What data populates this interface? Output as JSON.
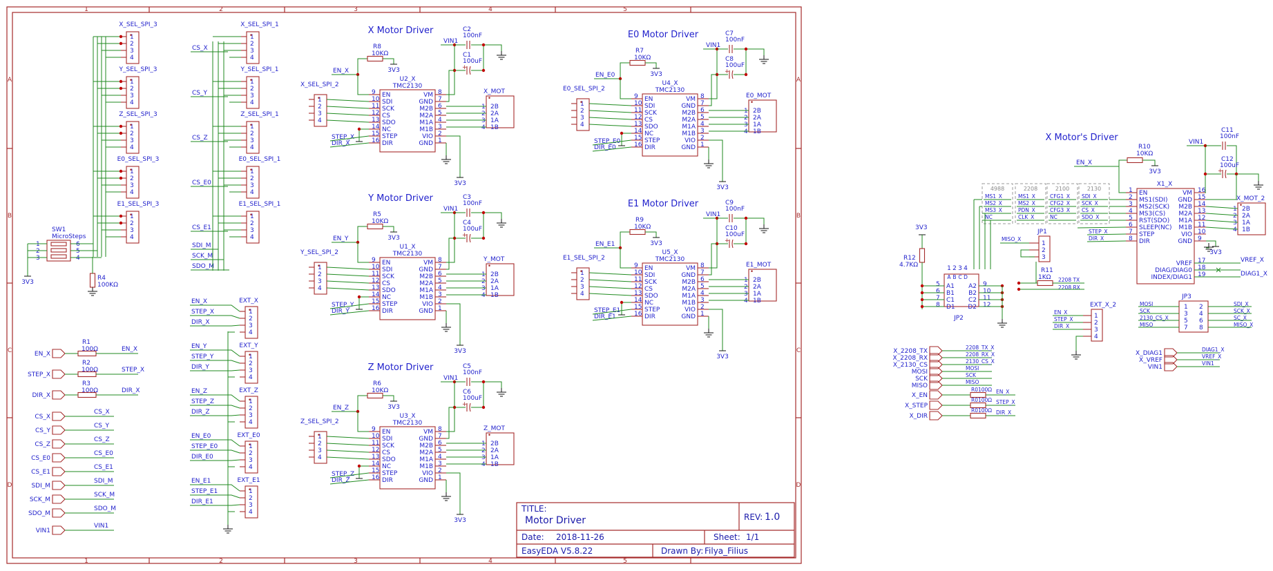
{
  "frame": {
    "columns": [
      "1",
      "2",
      "3",
      "4",
      "5"
    ],
    "rows": [
      "A",
      "B",
      "C",
      "D"
    ]
  },
  "title_block": {
    "title_label": "TITLE:",
    "title": "Motor Driver",
    "rev_label": "REV:",
    "rev": "1.0",
    "date_label": "Date:",
    "date": "2018-11-26",
    "sheet_label": "Sheet:",
    "sheet": "1/1",
    "tool": "EasyEDA V5.8.22",
    "drawn_label": "Drawn By:",
    "drawn_by": "Filya_Filius"
  },
  "left": {
    "sel_spi3": [
      "X_SEL_SPI_3",
      "Y_SEL_SPI_3",
      "Z_SEL_SPI_3",
      "E0_SEL_SPI_3",
      "E1_SEL_SPI_3"
    ],
    "sel_spi1": [
      "X_SEL_SPI_1",
      "Y_SEL_SPI_1",
      "Z_SEL_SPI_1",
      "E0_SEL_SPI_1",
      "E1_SEL_SPI_1"
    ],
    "cs_nets": [
      "CS_X",
      "CS_Y",
      "CS_Z",
      "CS_E0",
      "CS_E1"
    ],
    "spi_nets": [
      "SDI_M",
      "SCK_M",
      "SDO_M"
    ],
    "switch": {
      "ref": "SW1",
      "name": "MicroSteps",
      "pins_l": [
        "1",
        "2",
        "3"
      ],
      "pins_r": [
        "6",
        "5",
        "4"
      ]
    },
    "r4": {
      "ref": "R4",
      "value": "100KΩ"
    },
    "v3v3": "3V3",
    "pins4": [
      "1",
      "2",
      "3",
      "4"
    ],
    "resistors": [
      {
        "ref": "R1",
        "value": "100Ω",
        "in": "EN_X",
        "out": "EN_X"
      },
      {
        "ref": "R2",
        "value": "100Ω",
        "in": "STEP_X",
        "out": "STEP_X"
      },
      {
        "ref": "R3",
        "value": "100Ω",
        "in": "DIR_X",
        "out": "DIR_X"
      }
    ],
    "ports": [
      {
        "in": "CS_X",
        "out": "CS_X"
      },
      {
        "in": "CS_Y",
        "out": "CS_Y"
      },
      {
        "in": "CS_Z",
        "out": "CS_Z"
      },
      {
        "in": "CS_E0",
        "out": "CS_E0"
      },
      {
        "in": "CS_E1",
        "out": "CS_E1"
      },
      {
        "in": "SDI_M",
        "out": "SDI_M"
      },
      {
        "in": "SCK_M",
        "out": "SCK_M"
      },
      {
        "in": "SDO_M",
        "out": "SDO_M"
      },
      {
        "in": "VIN1",
        "out": "VIN1"
      }
    ]
  },
  "ext": [
    {
      "ref": "EXT_X",
      "nets": [
        "EN_X",
        "STEP_X",
        "DIR_X"
      ]
    },
    {
      "ref": "EXT_Y",
      "nets": [
        "EN_Y",
        "STEP_Y",
        "DIR_Y"
      ]
    },
    {
      "ref": "EXT_Z",
      "nets": [
        "EN_Z",
        "STEP_Z",
        "DIR_Z"
      ]
    },
    {
      "ref": "EXT_E0",
      "nets": [
        "EN_E0",
        "STEP_E0",
        "DIR_E0"
      ]
    },
    {
      "ref": "EXT_E1",
      "nets": [
        "EN_E1",
        "STEP_E1",
        "DIR_E1"
      ]
    }
  ],
  "drivers": [
    {
      "title": "X Motor Driver",
      "r_ref": "R8",
      "r_val": "10KΩ",
      "en": "EN_X",
      "ref": "U2_X",
      "chip": "TMC2130",
      "sel": "X_SEL_SPI_2",
      "step": "STEP_X",
      "dir": "DIR_X",
      "c_top": "C2",
      "c_top_val": "100nF",
      "c_bot": "C1",
      "c_bot_val": "100uF",
      "mot": "X_MOT"
    },
    {
      "title": "Y Motor Driver",
      "r_ref": "R5",
      "r_val": "10KΩ",
      "en": "EN_Y",
      "ref": "U1_X",
      "chip": "TMC2130",
      "sel": "Y_SEL_SPI_2",
      "step": "STEP_Y",
      "dir": "DIR_Y",
      "c_top": "C3",
      "c_top_val": "100nF",
      "c_bot": "C4",
      "c_bot_val": "100uF",
      "mot": "Y_MOT"
    },
    {
      "title": "Z Motor Driver",
      "r_ref": "R6",
      "r_val": "10KΩ",
      "en": "EN_Z",
      "ref": "U3_X",
      "chip": "TMC2130",
      "sel": "Z_SEL_SPI_2",
      "step": "STEP_Z",
      "dir": "DIR_Z",
      "c_top": "C5",
      "c_top_val": "100nF",
      "c_bot": "C6",
      "c_bot_val": "100uF",
      "mot": "Z_MOT"
    },
    {
      "title": "E0 Motor Driver",
      "r_ref": "R7",
      "r_val": "10KΩ",
      "en": "EN_E0",
      "ref": "U4_X",
      "chip": "TMC2130",
      "sel": "E0_SEL_SPI_2",
      "step": "STEP_E0",
      "dir": "DIR_E0",
      "c_top": "C7",
      "c_top_val": "100nF",
      "c_bot": "C8",
      "c_bot_val": "100uF",
      "mot": "E0_MOT"
    },
    {
      "title": "E1 Motor Driver",
      "r_ref": "R9",
      "r_val": "10KΩ",
      "en": "EN_E1",
      "ref": "U5_X",
      "chip": "TMC2130",
      "sel": "E1_SEL_SPI_2",
      "step": "STEP_E1",
      "dir": "DIR_E1",
      "c_top": "C9",
      "c_top_val": "100nF",
      "c_bot": "C10",
      "c_bot_val": "100uF",
      "mot": "E1_MOT"
    }
  ],
  "driver_common": {
    "vin": "VIN1",
    "v3v3": "3V3",
    "left_pins": [
      {
        "num": "9",
        "name": "EN"
      },
      {
        "num": "10",
        "name": "SDI"
      },
      {
        "num": "11",
        "name": "SCK"
      },
      {
        "num": "12",
        "name": "CS"
      },
      {
        "num": "13",
        "name": "SDO"
      },
      {
        "num": "14",
        "name": "NC"
      },
      {
        "num": "15",
        "name": "STEP"
      },
      {
        "num": "16",
        "name": "DIR"
      }
    ],
    "right_pins": [
      {
        "num": "8",
        "name": "VM"
      },
      {
        "num": "7",
        "name": "GND"
      },
      {
        "num": "6",
        "name": "M2B"
      },
      {
        "num": "5",
        "name": "M2A"
      },
      {
        "num": "4",
        "name": "M1A"
      },
      {
        "num": "3",
        "name": "M1B"
      },
      {
        "num": "2",
        "name": "VIO"
      },
      {
        "num": "1",
        "name": "GND"
      }
    ],
    "mot_pins": [
      "2B",
      "2A",
      "1A",
      "1B"
    ],
    "pins4": [
      "1",
      "2",
      "3",
      "4"
    ]
  },
  "x_motor": {
    "title": "X Motor's Driver",
    "r10": {
      "ref": "R10",
      "value": "10KΩ"
    },
    "en": "EN_X",
    "vin": "VIN1",
    "v3v3": "3V3",
    "c11": {
      "ref": "C11",
      "value": "100nF"
    },
    "c12": {
      "ref": "C12",
      "value": "100uF"
    },
    "ref": "X1_X",
    "mot": "X_MOT_2",
    "mot_pins": [
      "2B",
      "2A",
      "1A",
      "1B"
    ],
    "left_pins": [
      {
        "num": "1",
        "name": "EN"
      },
      {
        "num": "2",
        "name": "MS1(SDI)"
      },
      {
        "num": "3",
        "name": "MS2(SCK)"
      },
      {
        "num": "4",
        "name": "MS3(CS)"
      },
      {
        "num": "5",
        "name": "RST(SDO)"
      },
      {
        "num": "6",
        "name": "SLEEP(NC)"
      },
      {
        "num": "7",
        "name": "STEP"
      },
      {
        "num": "8",
        "name": "DIR"
      }
    ],
    "right_pins": [
      {
        "num": "16",
        "name": "VM"
      },
      {
        "num": "15",
        "name": "GND"
      },
      {
        "num": "14",
        "name": "M2B"
      },
      {
        "num": "13",
        "name": "M2A"
      },
      {
        "num": "12",
        "name": "M1A"
      },
      {
        "num": "11",
        "name": "M1B"
      },
      {
        "num": "10",
        "name": "VIO"
      },
      {
        "num": "9",
        "name": "GND"
      }
    ],
    "diag_pins": [
      {
        "num": "17",
        "name": "VREF",
        "net": "VREF_X"
      },
      {
        "num": "18",
        "name": "DIAG/DIAG0",
        "net": ""
      },
      {
        "num": "19",
        "name": "INDEX/DIAG1",
        "net": "DIAG1_X"
      }
    ],
    "step": "STEP_X",
    "dir": "DIR_X",
    "modes": [
      {
        "head": "4988",
        "rows": [
          "MS1_X",
          "MS2_X",
          "MS3_X",
          "NC"
        ]
      },
      {
        "head": "2208",
        "rows": [
          "MS1_X",
          "MS2_X",
          "PDN_X",
          "CLK_X"
        ]
      },
      {
        "head": "2100",
        "rows": [
          "CFG1_X",
          "CFG2_X",
          "CFG3_X",
          "NC"
        ]
      },
      {
        "head": "2130",
        "rows": [
          "SDI_X",
          "SCK_X",
          "CS_X",
          "SDO_X"
        ]
      }
    ],
    "r12": {
      "ref": "R12",
      "value": "4.7KΩ"
    },
    "jp2": {
      "ref": "JP2",
      "top": [
        "1",
        "2",
        "3",
        "4"
      ],
      "topn": [
        "A",
        "B",
        "C",
        "D"
      ],
      "left": [
        {
          "n": "5",
          "p": "A1"
        },
        {
          "n": "6",
          "p": "B1"
        },
        {
          "n": "7",
          "p": "C1"
        },
        {
          "n": "8",
          "p": "D1"
        }
      ],
      "right": [
        {
          "n": "9",
          "p": "A2"
        },
        {
          "n": "10",
          "p": "B2"
        },
        {
          "n": "11",
          "p": "C2"
        },
        {
          "n": "12",
          "p": "D2"
        }
      ]
    },
    "jp1": {
      "ref": "JP1",
      "net": "MISO_X",
      "pins": [
        "1",
        "2",
        "3"
      ]
    },
    "r11": {
      "ref": "R11",
      "value": "1KΩ",
      "tx": "2208 TX",
      "rx": "2208 RX"
    },
    "ext": {
      "ref": "EXT_X_2",
      "nets": [
        "EN_X",
        "STEP_X",
        "DIR_X"
      ],
      "pins": [
        "1",
        "2",
        "3",
        "4"
      ]
    },
    "jp3": {
      "ref": "JP3",
      "left_nets": [
        "MOSI",
        "SCK",
        "2130_CS_X",
        "MISO"
      ],
      "right_nets": [
        "SDI_X",
        "SCK_X",
        "SC_X",
        "MISO_X"
      ],
      "pins_l": [
        "1",
        "3",
        "5",
        "7"
      ],
      "pins_r": [
        "2",
        "4",
        "6",
        "8"
      ]
    },
    "bottom_ports": [
      {
        "in": "X_2208_TX",
        "out": "2208_TX_X"
      },
      {
        "in": "X_2208_RX",
        "out": "2208_RX_X"
      },
      {
        "in": "X_2130_CS",
        "out": "2130_CS_X"
      },
      {
        "in": "MOSI",
        "out": "MOSI"
      },
      {
        "in": "SCK",
        "out": "SCK"
      },
      {
        "in": "MISO",
        "out": "MISO"
      }
    ],
    "bottom_res": [
      {
        "in": "X_EN",
        "value": "R0100Ω",
        "out": "EN_X"
      },
      {
        "in": "X_STEP",
        "value": "R0100Ω",
        "out": "STEP_X"
      },
      {
        "in": "X_DIR",
        "value": "R0100Ω",
        "out": "DIR_X"
      }
    ],
    "diag_ports": [
      {
        "in": "X_DIAG1",
        "out": "DIAG1_X"
      },
      {
        "in": "X_VREF",
        "out": "VREF_X"
      },
      {
        "in": "VIN1",
        "out": "VIN1"
      }
    ]
  }
}
